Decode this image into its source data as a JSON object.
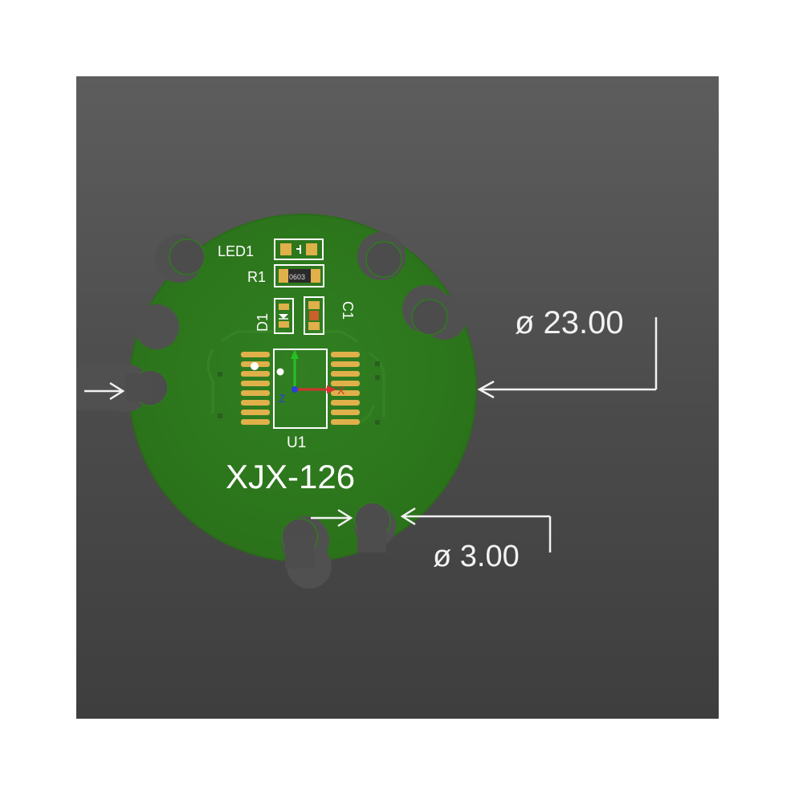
{
  "board": {
    "name": "XJX-126",
    "colors": {
      "soldermask": "#2f7d1f",
      "board_edge": "#2a6f1a",
      "background": "#545454",
      "pad_gold": "#e0b04a",
      "silkscreen": "#ffffff",
      "dimension": "#f2f2f2"
    }
  },
  "components": {
    "led1": "LED1",
    "r1": "R1",
    "r1_marking": "0603",
    "d1": "D1",
    "c1": "C1",
    "u1": "U1"
  },
  "axes": {
    "x": "X",
    "z": "Z"
  },
  "dimensions": {
    "board_diameter": "ø 23.00",
    "hole_diameter": "ø 3.00"
  },
  "icons": [
    "arrow-right-icon",
    "arrow-left-icon",
    "axis-triad-icon",
    "pin1-marker-icon"
  ]
}
